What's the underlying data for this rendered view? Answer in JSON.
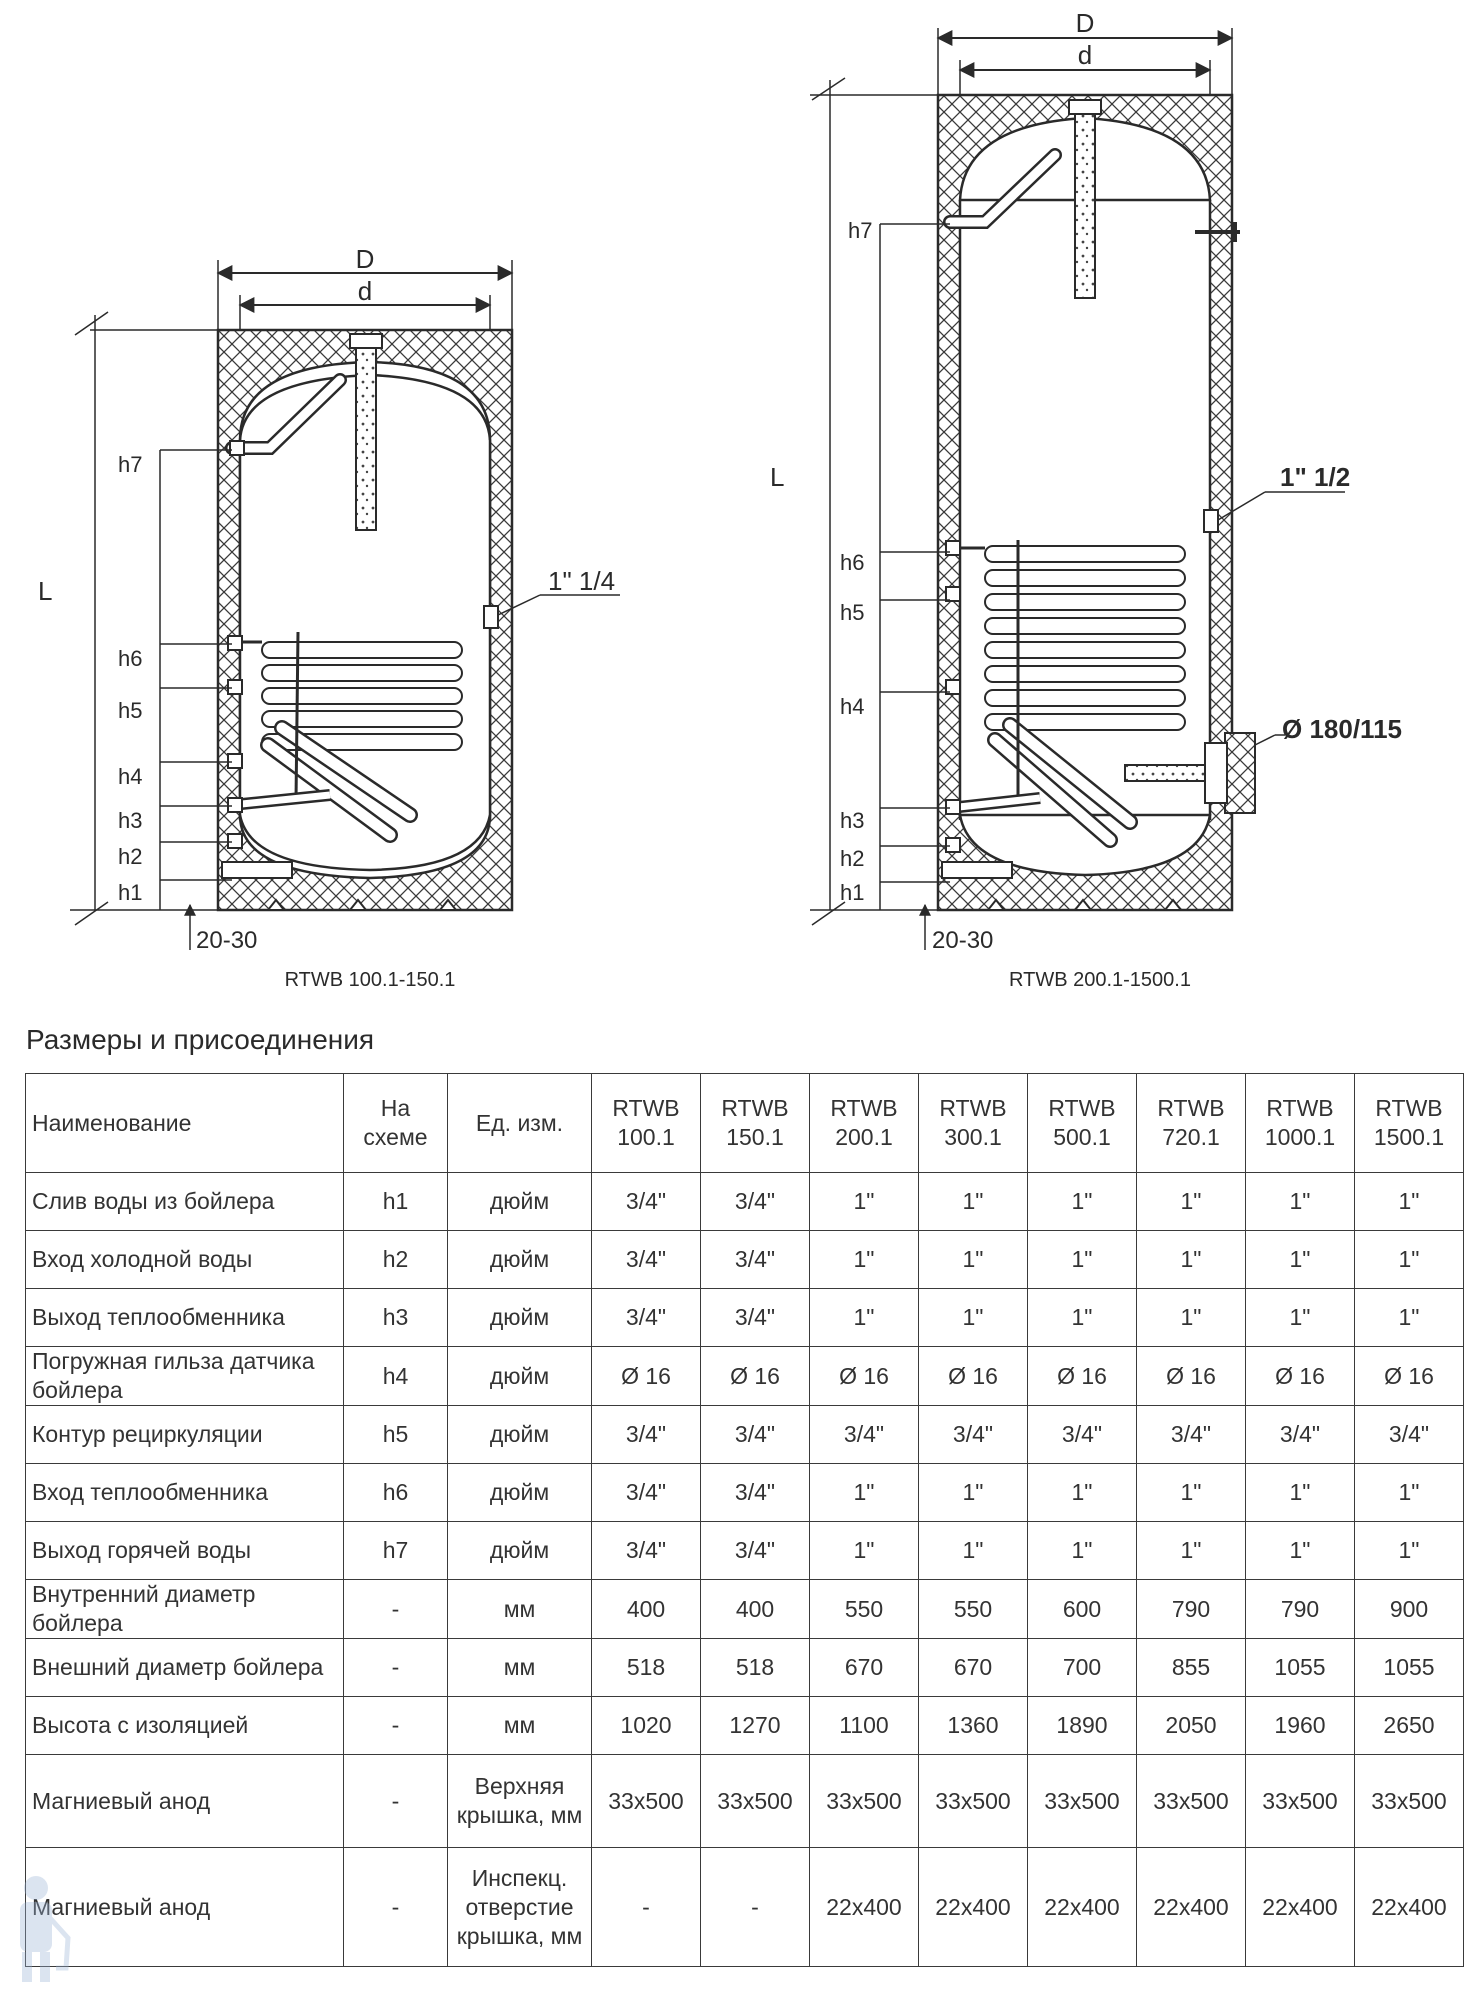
{
  "diagrams": {
    "left": {
      "caption": "RTWB 100.1-150.1",
      "outer_dim": "D",
      "inner_dim": "d",
      "height_dim": "L",
      "labels": [
        "h7",
        "h6",
        "h5",
        "h4",
        "h3",
        "h2",
        "h1"
      ],
      "connection": "1\" 1/4",
      "base_gap": "20-30"
    },
    "right": {
      "caption": "RTWB 200.1-1500.1",
      "outer_dim": "D",
      "inner_dim": "d",
      "height_dim": "L",
      "labels": [
        "h7",
        "h6",
        "h5",
        "h4",
        "h3",
        "h2",
        "h1"
      ],
      "connection": "1\" 1/2",
      "flange": "Ø 180/115",
      "base_gap": "20-30"
    }
  },
  "section_title": "Размеры и присоединения",
  "table": {
    "headers": {
      "name": "Наименование",
      "scheme": "На схеме",
      "unit": "Ед. изм.",
      "models": [
        [
          "RTWB",
          "100.1"
        ],
        [
          "RTWB",
          "150.1"
        ],
        [
          "RTWB",
          "200.1"
        ],
        [
          "RTWB",
          "300.1"
        ],
        [
          "RTWB",
          "500.1"
        ],
        [
          "RTWB",
          "720.1"
        ],
        [
          "RTWB",
          "1000.1"
        ],
        [
          "RTWB",
          "1500.1"
        ]
      ]
    },
    "rows": [
      {
        "name": "Слив воды из бойлера",
        "scheme": "h1",
        "unit": "дюйм",
        "values": [
          "3/4\"",
          "3/4\"",
          "1\"",
          "1\"",
          "1\"",
          "1\"",
          "1\"",
          "1\""
        ]
      },
      {
        "name": "Вход холодной воды",
        "scheme": "h2",
        "unit": "дюйм",
        "values": [
          "3/4\"",
          "3/4\"",
          "1\"",
          "1\"",
          "1\"",
          "1\"",
          "1\"",
          "1\""
        ]
      },
      {
        "name": "Выход теплообменника",
        "scheme": "h3",
        "unit": "дюйм",
        "values": [
          "3/4\"",
          "3/4\"",
          "1\"",
          "1\"",
          "1\"",
          "1\"",
          "1\"",
          "1\""
        ]
      },
      {
        "name": "Погружная гильза датчика бойлера",
        "scheme": "h4",
        "unit": "дюйм",
        "values": [
          "Ø 16",
          "Ø 16",
          "Ø 16",
          "Ø 16",
          "Ø 16",
          "Ø 16",
          "Ø 16",
          "Ø 16"
        ]
      },
      {
        "name": "Контур рециркуляции",
        "scheme": "h5",
        "unit": "дюйм",
        "values": [
          "3/4\"",
          "3/4\"",
          "3/4\"",
          "3/4\"",
          "3/4\"",
          "3/4\"",
          "3/4\"",
          "3/4\""
        ]
      },
      {
        "name": "Вход теплообменника",
        "scheme": "h6",
        "unit": "дюйм",
        "values": [
          "3/4\"",
          "3/4\"",
          "1\"",
          "1\"",
          "1\"",
          "1\"",
          "1\"",
          "1\""
        ]
      },
      {
        "name": "Выход горячей воды",
        "scheme": "h7",
        "unit": "дюйм",
        "values": [
          "3/4\"",
          "3/4\"",
          "1\"",
          "1\"",
          "1\"",
          "1\"",
          "1\"",
          "1\""
        ]
      },
      {
        "name": "Внутренний диаметр бойлера",
        "scheme": "-",
        "unit": "мм",
        "values": [
          "400",
          "400",
          "550",
          "550",
          "600",
          "790",
          "790",
          "900"
        ]
      },
      {
        "name": "Внешний диаметр бойлера",
        "scheme": "-",
        "unit": "мм",
        "values": [
          "518",
          "518",
          "670",
          "670",
          "700",
          "855",
          "1055",
          "1055"
        ]
      },
      {
        "name": "Высота с изоляцией",
        "scheme": "-",
        "unit": "мм",
        "values": [
          "1020",
          "1270",
          "1100",
          "1360",
          "1890",
          "2050",
          "1960",
          "2650"
        ]
      },
      {
        "name": "Магниевый анод",
        "scheme": "-",
        "unit": "Верхняя крышка, мм",
        "values": [
          "33x500",
          "33x500",
          "33x500",
          "33x500",
          "33x500",
          "33x500",
          "33x500",
          "33x500"
        ]
      },
      {
        "name": "Магниевый анод",
        "scheme": "-",
        "unit": "Инспекц. отверстие крышка, мм",
        "values": [
          "-",
          "-",
          "22x400",
          "22x400",
          "22x400",
          "22x400",
          "22x400",
          "22x400"
        ]
      }
    ]
  }
}
